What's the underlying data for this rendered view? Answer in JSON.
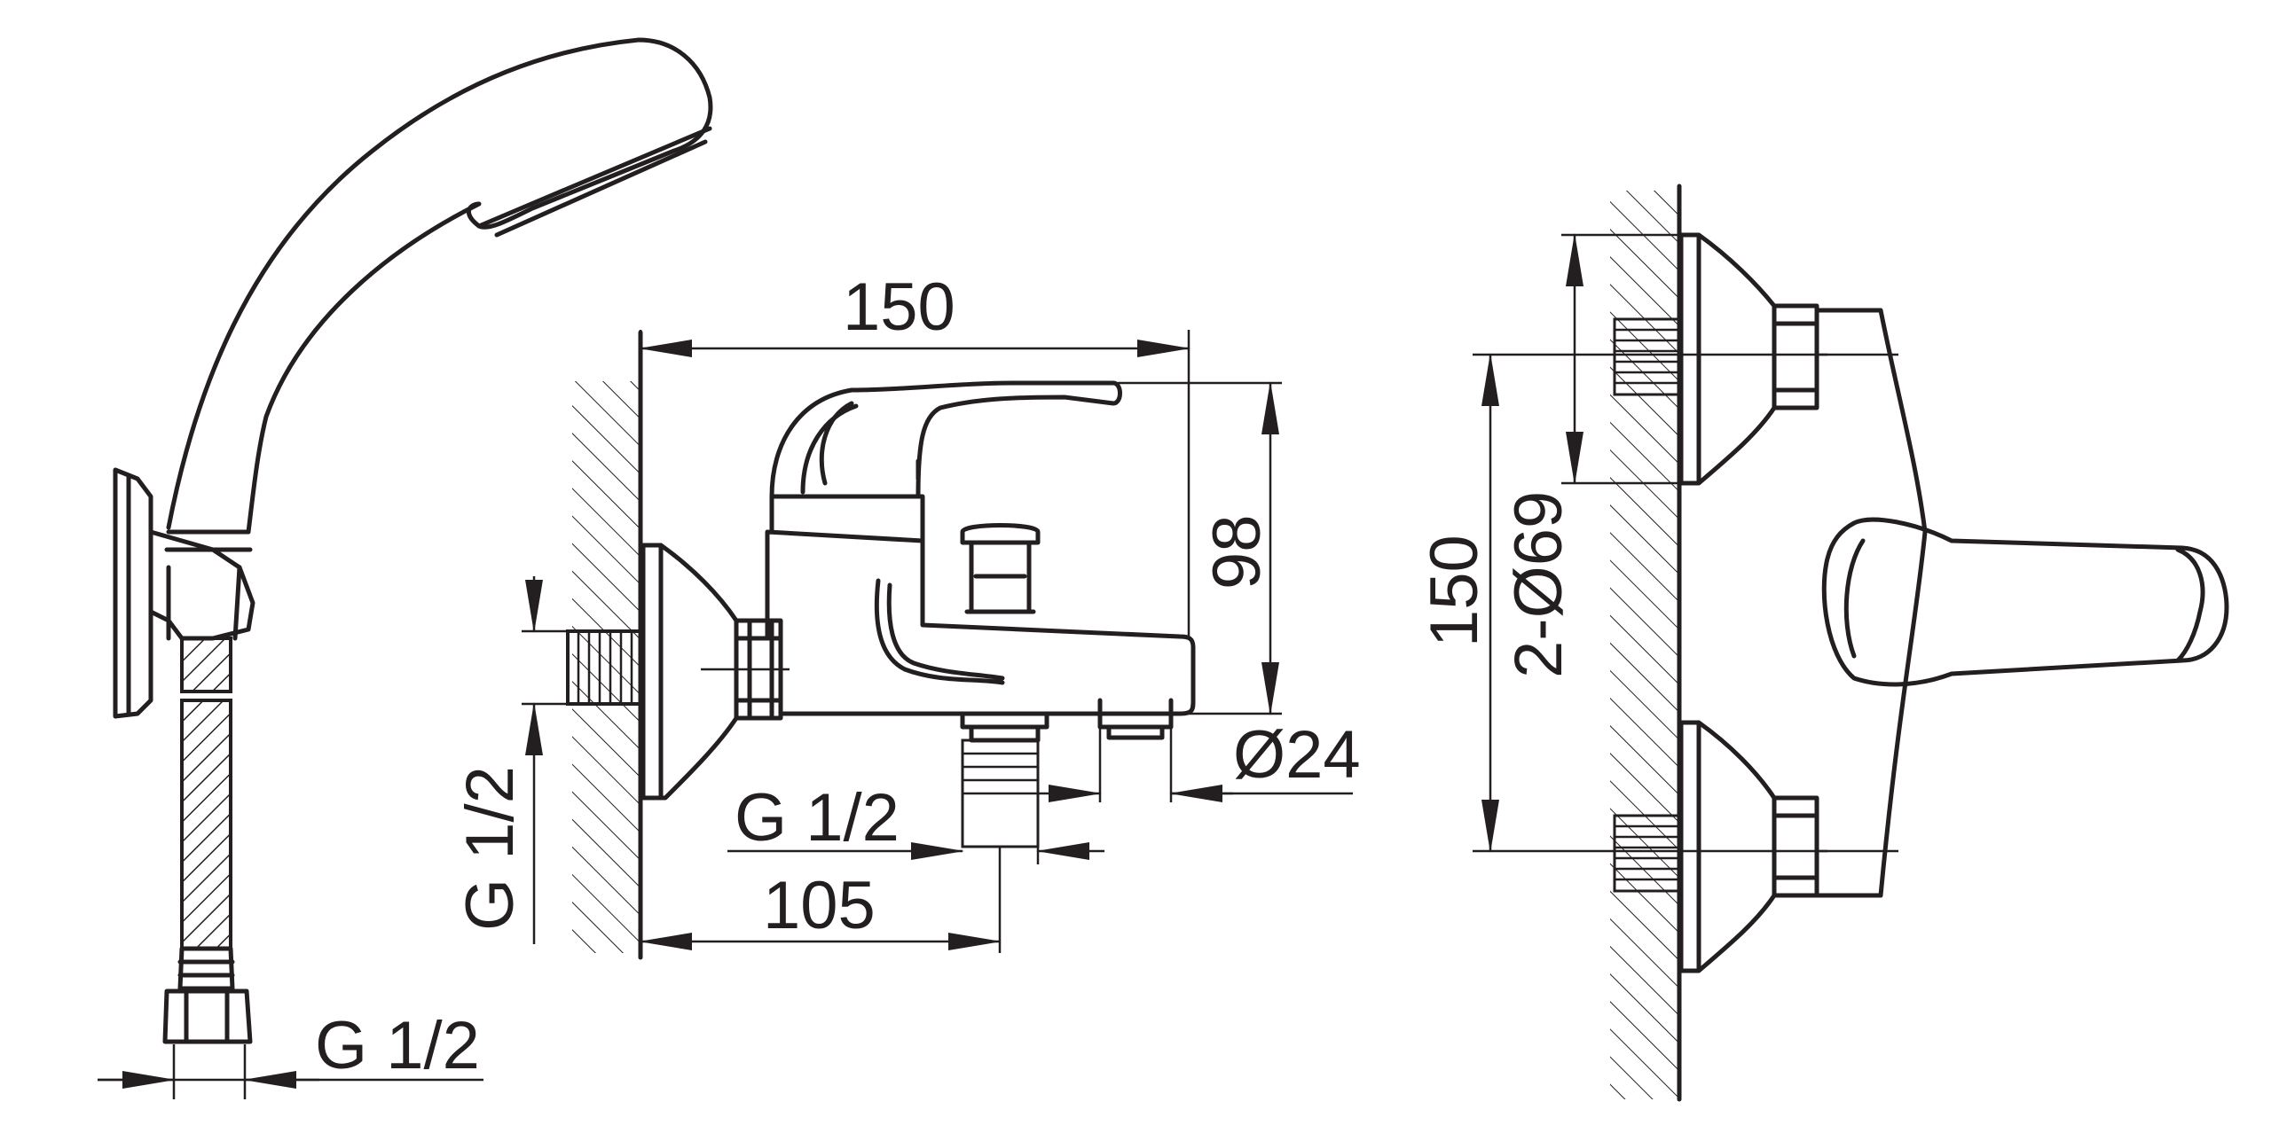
{
  "dimensions": {
    "overall_length": "150",
    "wall_to_spout": "105",
    "height": "98",
    "outlet_diameter": "Ø24",
    "spout_outlet_thread": "G 1/2",
    "inlet_thread": "G 1/2",
    "hose_thread": "G 1/2",
    "inlet_spacing": "150",
    "escutcheons": "2-Ø69"
  },
  "colors": {
    "line": "#231f20",
    "background": "#ffffff"
  }
}
